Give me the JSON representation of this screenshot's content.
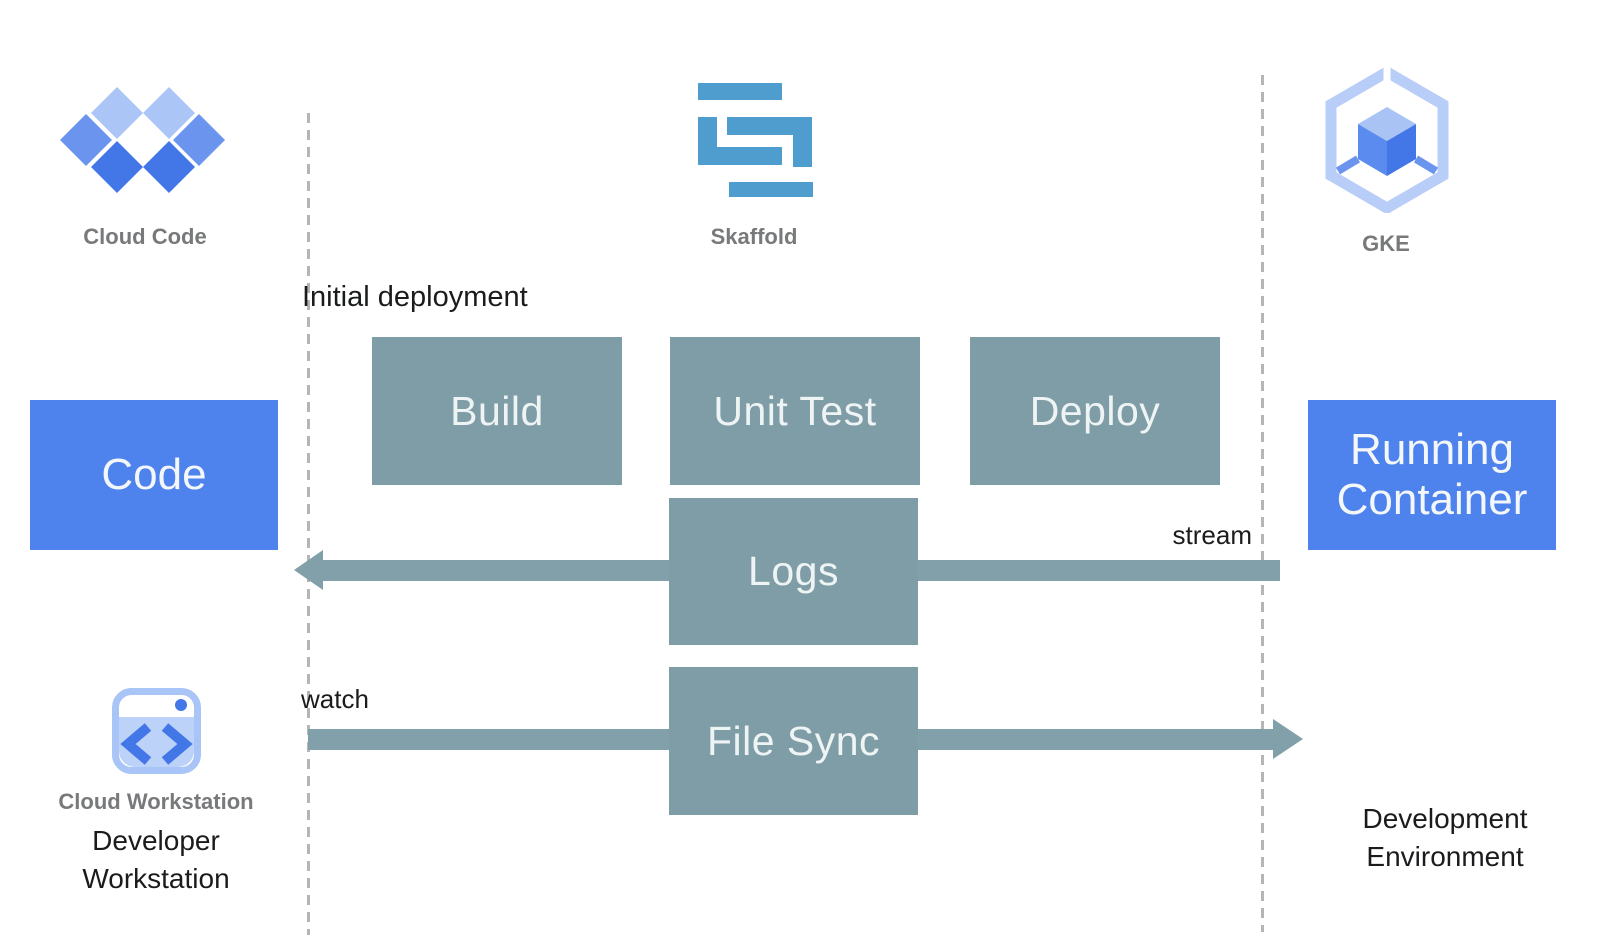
{
  "headers": {
    "cloud_code": {
      "icon": "cloud-code-icon",
      "label": "Cloud Code"
    },
    "skaffold": {
      "icon": "skaffold-icon",
      "label": "Skaffold"
    },
    "gke": {
      "icon": "gke-icon",
      "label": "GKE"
    }
  },
  "nodes": {
    "code": {
      "label": "Code"
    },
    "build": {
      "label": "Build"
    },
    "unit_test": {
      "label": "Unit Test"
    },
    "deploy": {
      "label": "Deploy"
    },
    "logs": {
      "label": "Logs"
    },
    "file_sync": {
      "label": "File Sync"
    },
    "running_container": {
      "label": "Running Container"
    }
  },
  "annotations": {
    "initial_deployment": "Initial deployment",
    "stream": "stream",
    "watch": "watch"
  },
  "flows": {
    "logs_stream": {
      "from": "running_container",
      "to": "code",
      "direction": "left"
    },
    "file_sync_watch": {
      "from": "code",
      "to": "running_container",
      "direction": "right"
    }
  },
  "footer": {
    "workstation": {
      "icon_label": "Cloud Workstation",
      "title": "Developer Workstation"
    },
    "environment": {
      "title": "Development Environment"
    }
  },
  "colors": {
    "blue_node": "#4e82ec",
    "teal_node": "#7f9da6",
    "arrow": "#82a0a9",
    "skaffold_blue": "#4f9cce",
    "icon_blue_light": "#abc5f6",
    "icon_blue_medium": "#6b94ee",
    "icon_blue_dark": "#4377e8",
    "label_gray": "#77797b",
    "text_black": "#1a1b1d",
    "dashed_line": "#b5b5b5"
  }
}
